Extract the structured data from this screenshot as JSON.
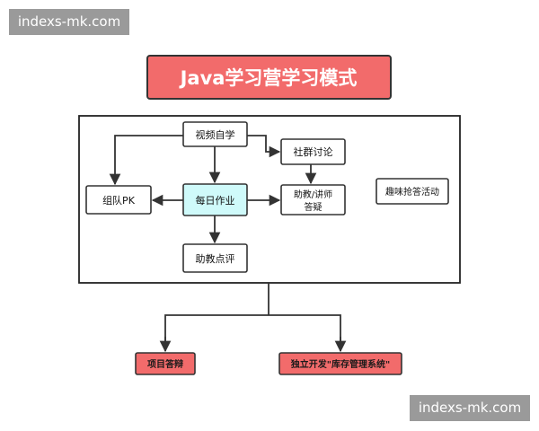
{
  "watermark": {
    "top_left": "indexs-mk.com",
    "bottom_right": "indexs-mk.com"
  },
  "title": "Java学习营学习模式",
  "nodes": {
    "video": "视频自学",
    "community": "社群讨论",
    "team_pk": "组队PK",
    "homework": "每日作业",
    "ta_qa_line1": "助教/讲师",
    "ta_qa_line2": "答疑",
    "fun_quiz": "趣味抢答活动",
    "ta_review": "助教点评",
    "project_defense": "项目答辩",
    "independent_dev": "独立开发\"库存管理系统\""
  }
}
